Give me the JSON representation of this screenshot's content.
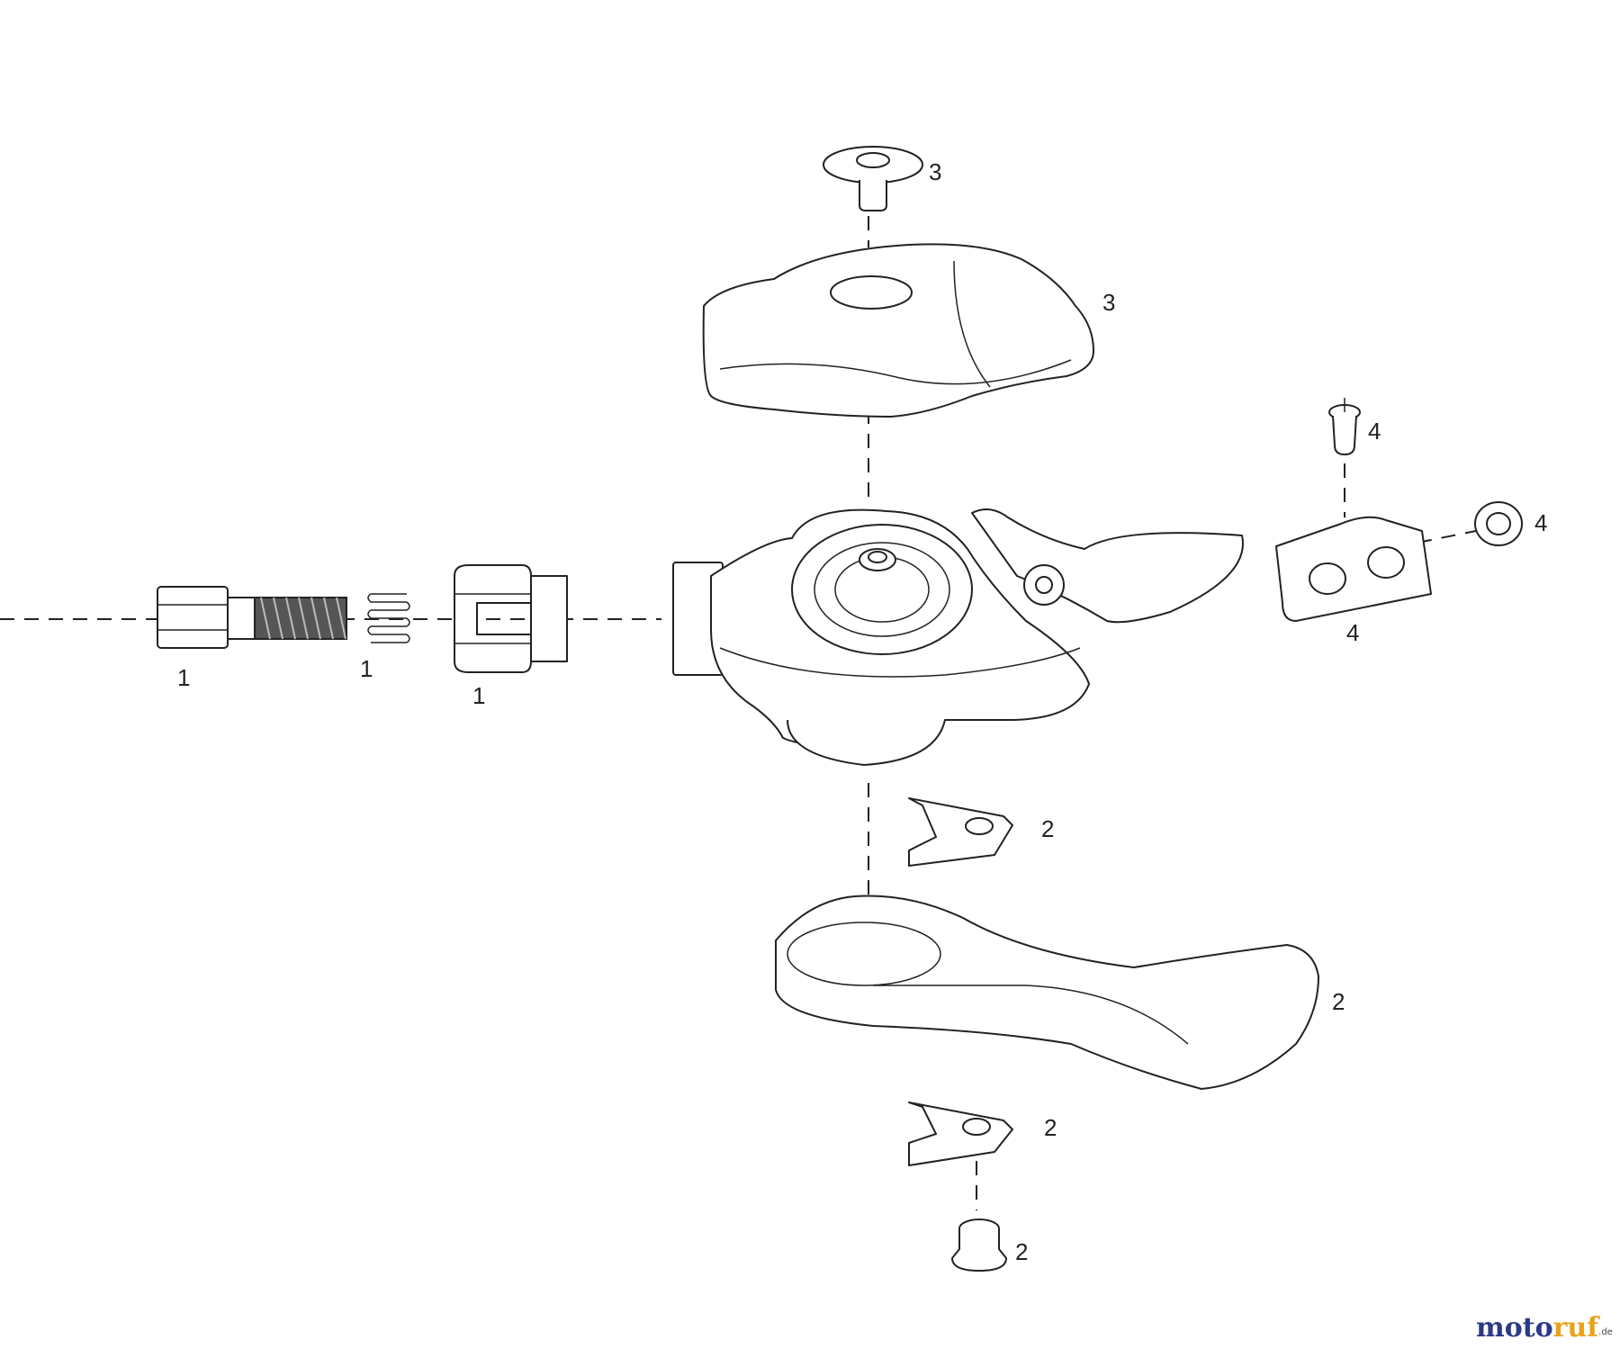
{
  "callouts": {
    "adjuster_barrel": "1",
    "spring": "1",
    "cable_clip": "1",
    "pump_lever": "2",
    "lever_bushing_top": "2",
    "lever_bushing_bottom": "2",
    "pivot_bolt": "2",
    "cover_bolt": "3",
    "top_cover": "3",
    "clamp_screw": "4",
    "clamp_washer": "4",
    "clamp_plate": "4"
  },
  "watermark": {
    "part_a": "moto",
    "part_b": "ruf",
    "suffix": ".de"
  },
  "colors": {
    "line": "#222222",
    "watermark_primary": "#2b3a87",
    "watermark_accent": "#e8a21a"
  }
}
